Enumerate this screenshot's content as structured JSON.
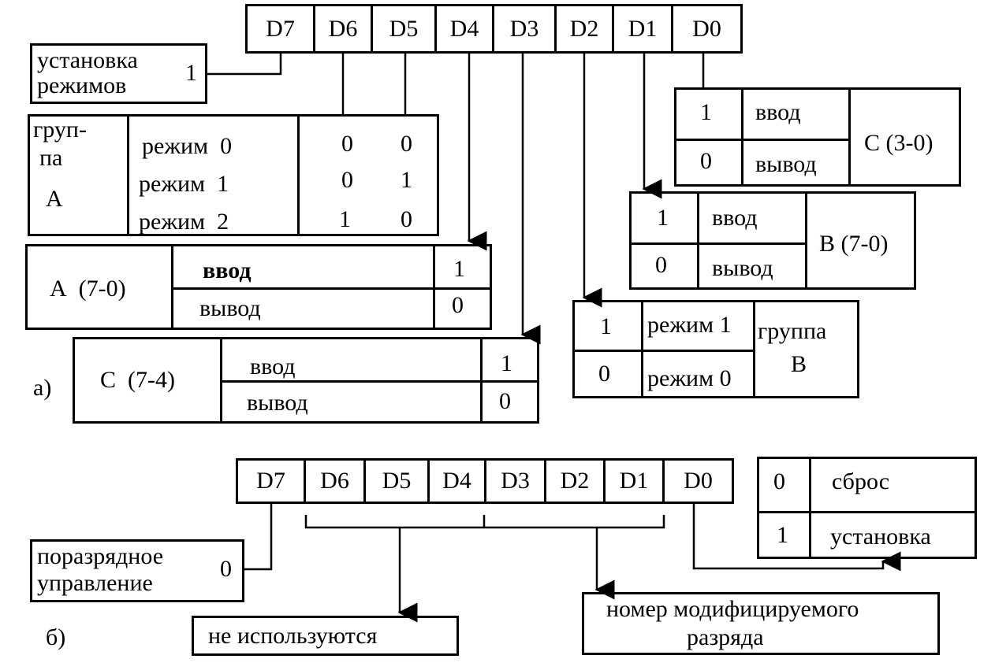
{
  "part_a": {
    "label": "а)",
    "bits": [
      "D7",
      "D6",
      "D5",
      "D4",
      "D3",
      "D2",
      "D1",
      "D0"
    ],
    "mode_set": {
      "label_line1": "установка",
      "label_line2": "режимов",
      "value": "1"
    },
    "group_a": {
      "title_line1": "груп-",
      "title_line2": "па",
      "title_line3": "А",
      "rows": [
        {
          "mode": "режим  0",
          "b1": "0",
          "b2": "0"
        },
        {
          "mode": "режим  1",
          "b1": "0",
          "b2": "1"
        },
        {
          "mode": "режим  2",
          "b1": "1",
          "b2": "0"
        }
      ]
    },
    "port_a": {
      "name": "А  (7-0)",
      "in": "ввод",
      "out": "вывод",
      "in_val": "1",
      "out_val": "0"
    },
    "port_c_hi": {
      "name": "С  (7-4)",
      "in": "ввод",
      "out": "вывод",
      "in_val": "1",
      "out_val": "0"
    },
    "port_c_lo": {
      "name": "С (3-0)",
      "in": "ввод",
      "out": "вывод",
      "in_val": "1",
      "out_val": "0"
    },
    "port_b": {
      "name": "В (7-0)",
      "in": "ввод",
      "out": "вывод",
      "in_val": "1",
      "out_val": "0"
    },
    "group_b": {
      "title_line1": "группа",
      "title_line2": "В",
      "m1": "режим 1",
      "m0": "режим 0",
      "v1": "1",
      "v0": "0"
    }
  },
  "part_b": {
    "label": "б)",
    "bits": [
      "D7",
      "D6",
      "D5",
      "D4",
      "D3",
      "D2",
      "D1",
      "D0"
    ],
    "bit_control": {
      "label_line1": "поразрядное",
      "label_line2": "управление",
      "value": "0"
    },
    "unused": "не используются",
    "bit_number_line1": "номер модифицируемого",
    "bit_number_line2": "разряда",
    "set_reset": {
      "v0": "0",
      "l0": "сброс",
      "v1": "1",
      "l1": "установка"
    }
  }
}
